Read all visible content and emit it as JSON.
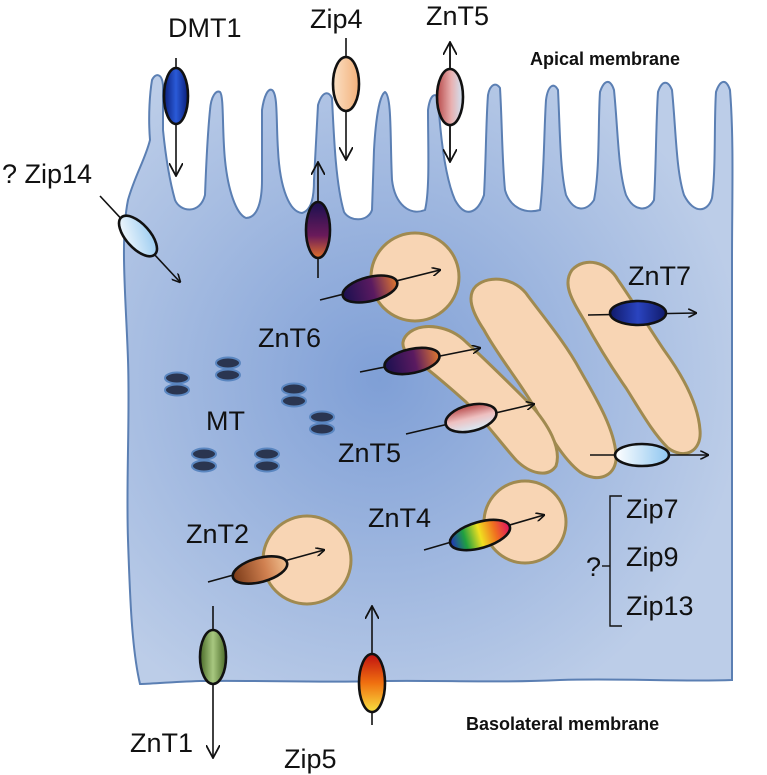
{
  "membranes": {
    "apical": "Apical membrane",
    "basolateral": "Basolateral membrane"
  },
  "transporters": {
    "dmt1": "DMT1",
    "zip4": "Zip4",
    "znt5_apical": "ZnT5",
    "zip14": "? Zip14",
    "znt7": "ZnT7",
    "znt6": "ZnT6",
    "mt": "MT",
    "znt5_golgi": "ZnT5",
    "znt4": "ZnT4",
    "znt2": "ZnT2",
    "zip_question": "?",
    "zip7": "Zip7",
    "zip9": "Zip9",
    "zip13": "Zip13",
    "znt1": "ZnT1",
    "zip5": "Zip5"
  },
  "colors": {
    "cell_fill": "#bccde8",
    "cell_center": "#7f9fd6",
    "cell_stroke": "#5b7fb3",
    "organelle_fill": "#f8d5b4",
    "organelle_stroke": "#a08a50",
    "dmt1": "#1a3fa8",
    "zip4": "#f8c9a0",
    "zip14": "#bfe0f8",
    "znt7": "#1f2f8f",
    "znt6": "#3a1850",
    "znt2": "#b86a3a",
    "znt1": "#7a9a48",
    "zip5": "#e85010"
  }
}
